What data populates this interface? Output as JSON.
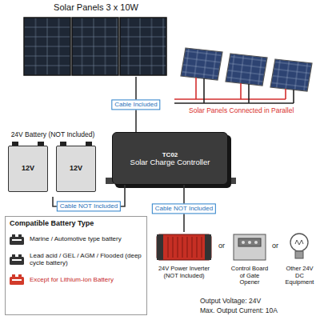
{
  "diagram": {
    "nodes": [
      {
        "text": [
          "Solar Panels 3 x 10W"
        ]
      },
      {
        "text": [
          "24V Battery (NOT Included)"
        ]
      },
      {
        "text": [
          "12V"
        ],
        "in": 1
      },
      {
        "text": [
          "12V"
        ],
        "in": 1
      },
      {
        "text": [
          "TC02",
          "Solar Charge Controller"
        ]
      },
      {
        "text": [
          "24V Power Inverter (NOT Included)"
        ]
      },
      {
        "text": [
          "Control Board of Gate Opener"
        ]
      },
      {
        "text": [
          "Other 24V DC Equipment"
        ]
      }
    ],
    "edges": [
      {
        "from": 0,
        "to": 4,
        "arrow": "none",
        "label": "Cable Included"
      },
      {
        "from": 1,
        "to": 4,
        "arrow": "none",
        "label": "Cable NOT Included"
      },
      {
        "from": 4,
        "to": 5,
        "arrow": "none",
        "label": "Cable NOT Included"
      }
    ],
    "labels": [
      "Solar Panels Connected in Parallel",
      "Compatible Battery Type",
      "or",
      "or",
      "Output Voltage: 24V",
      "Max. Output Current: 10A"
    ],
    "legend": [
      {
        "text": "Marine / Automotive type battery"
      },
      {
        "text": "Lead acid / GEL / AGM / Flooded (deep cycle battery)"
      },
      {
        "text": "Except for Lithium-ion Battery"
      }
    ]
  }
}
